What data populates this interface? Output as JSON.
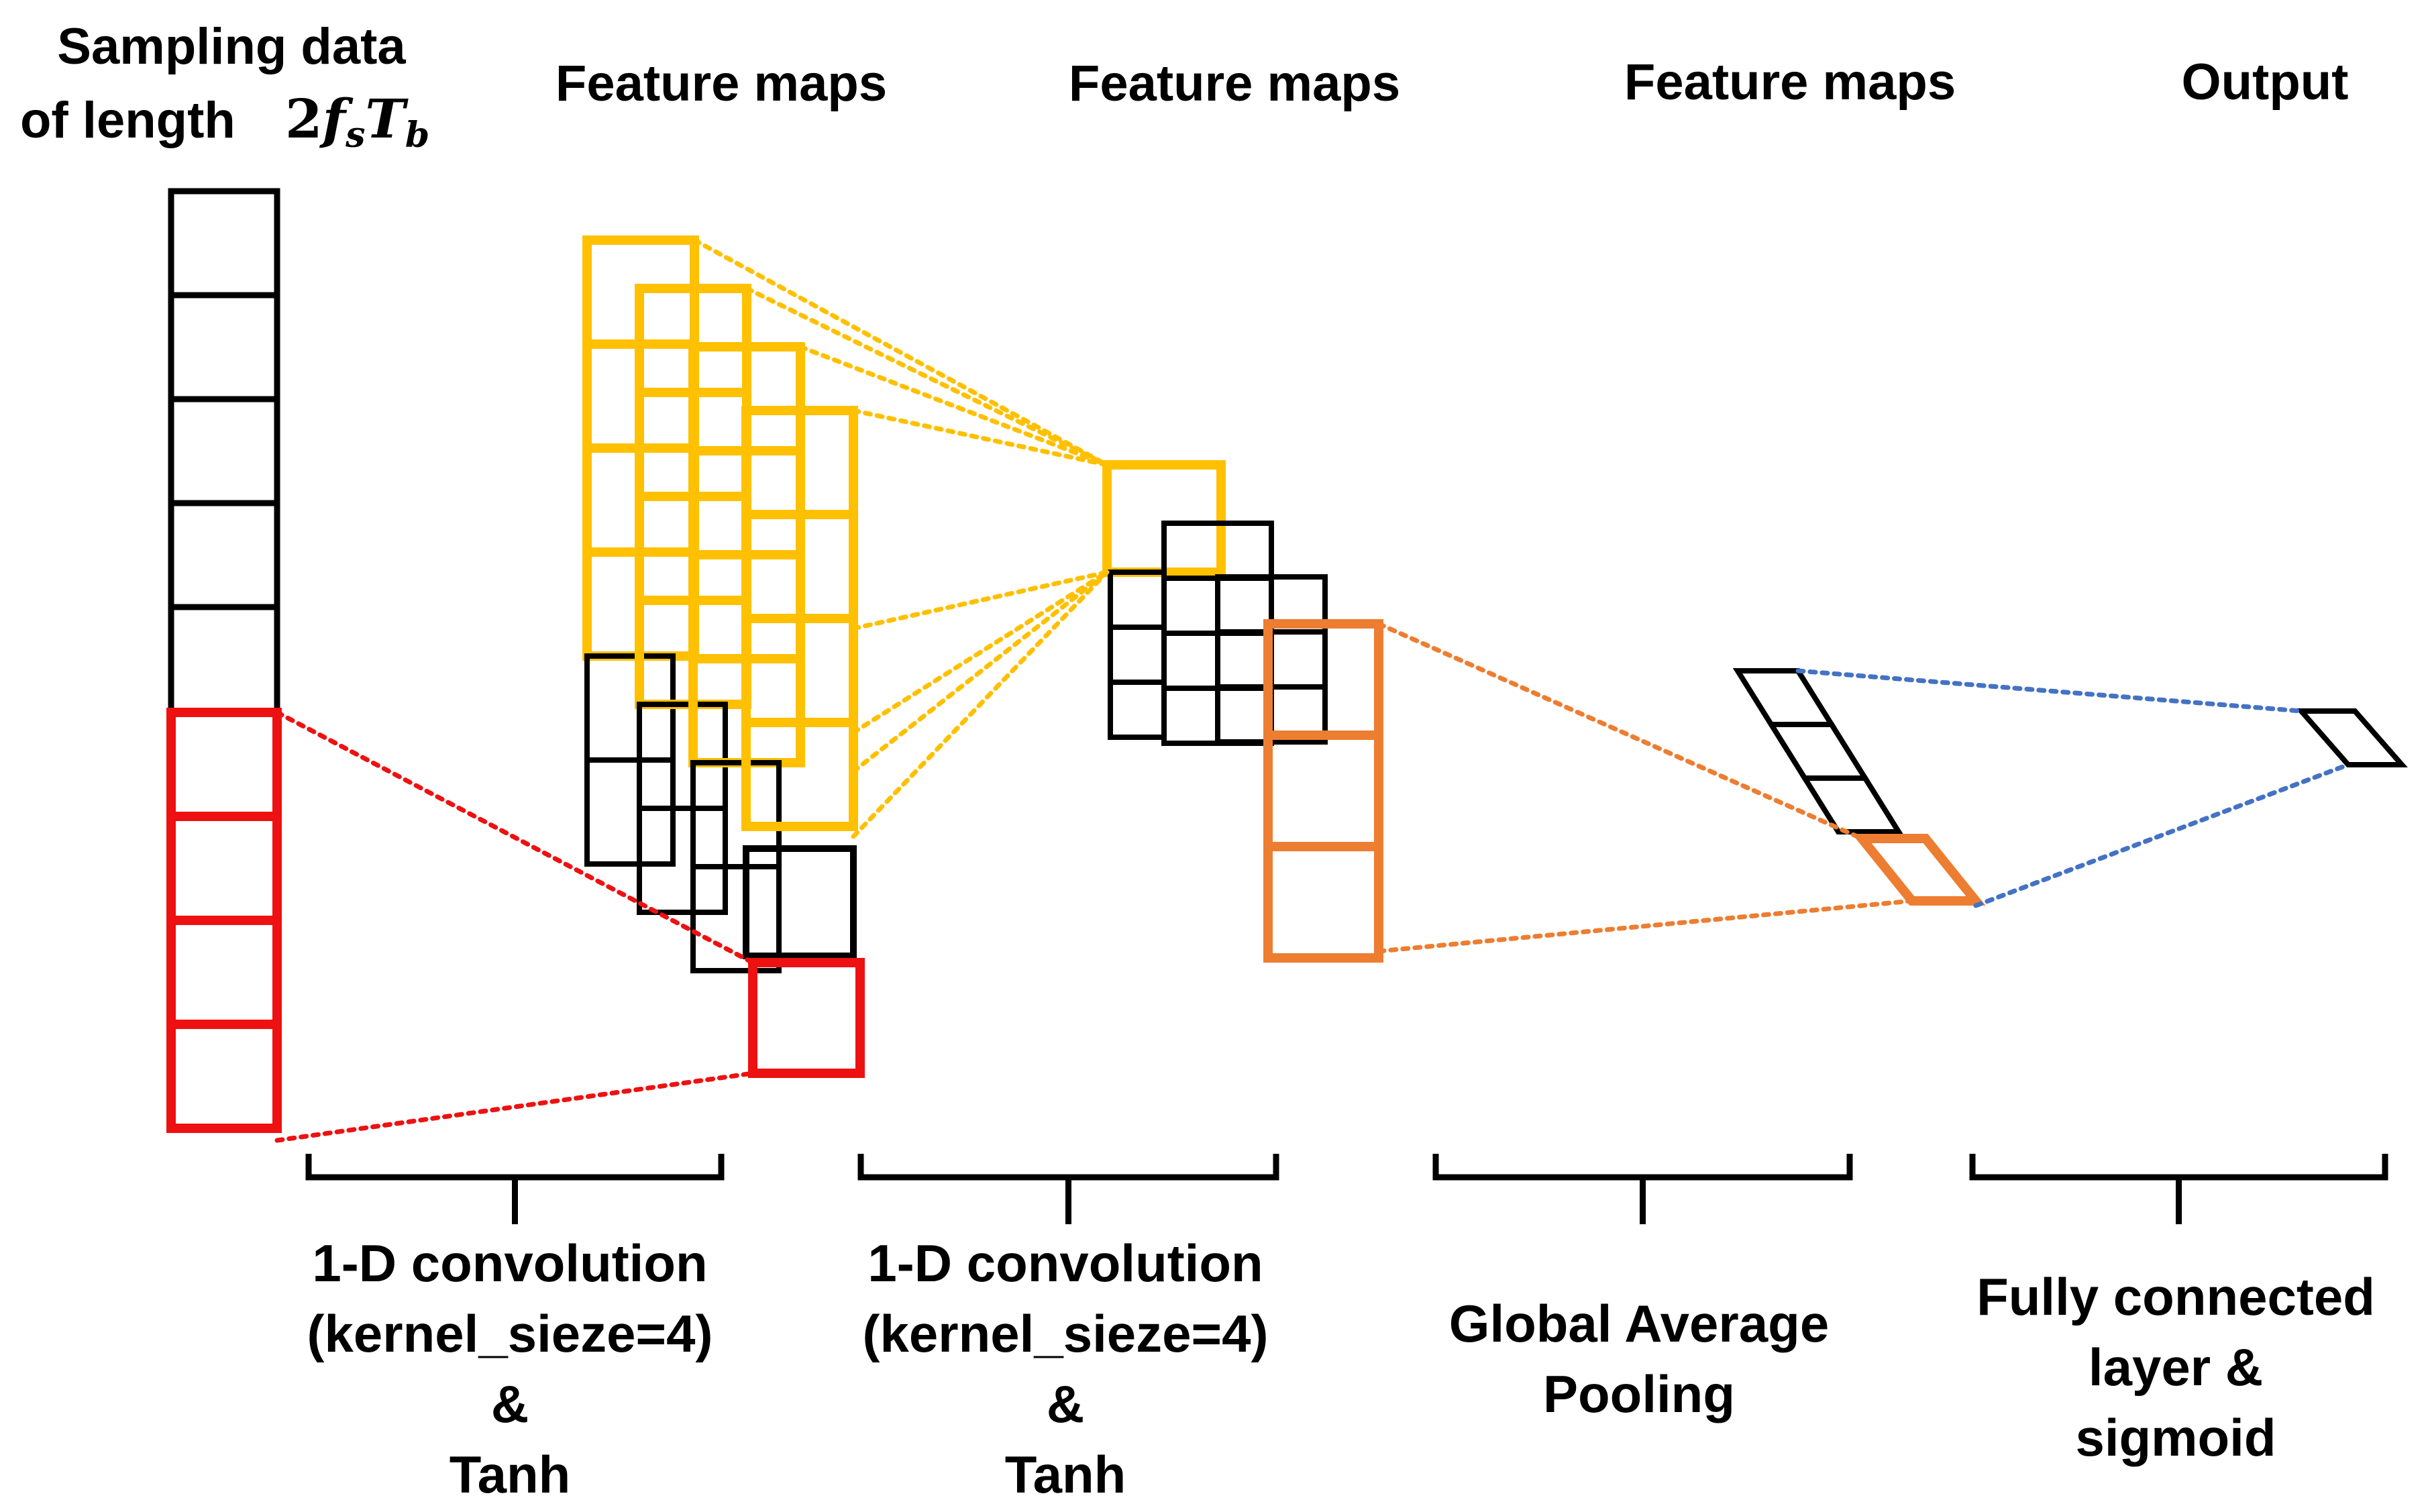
{
  "headers": {
    "input_line1": "Sampling data",
    "input_line2_prefix": "of length ",
    "input_math_coef": "2",
    "input_math_f": "f",
    "input_math_s": "s",
    "input_math_T": "T",
    "input_math_b": "b",
    "feature_maps_1": "Feature maps",
    "feature_maps_2": "Feature maps",
    "feature_maps_3": "Feature maps",
    "output": "Output"
  },
  "stages": {
    "conv1": [
      "1-D convolution",
      "(kernel_sieze=4)",
      "&",
      "Tanh"
    ],
    "conv2": [
      "1-D convolution",
      "(kernel_sieze=4)",
      "&",
      "Tanh"
    ],
    "gap": [
      "Global Average",
      "Pooling"
    ],
    "fc": [
      "Fully connected",
      "layer &",
      "sigmoid"
    ]
  },
  "colors": {
    "black": "#000000",
    "red": "#ee1111",
    "yellow": "#ffc000",
    "orange": "#ed7d31",
    "blue": "#4472c4"
  }
}
